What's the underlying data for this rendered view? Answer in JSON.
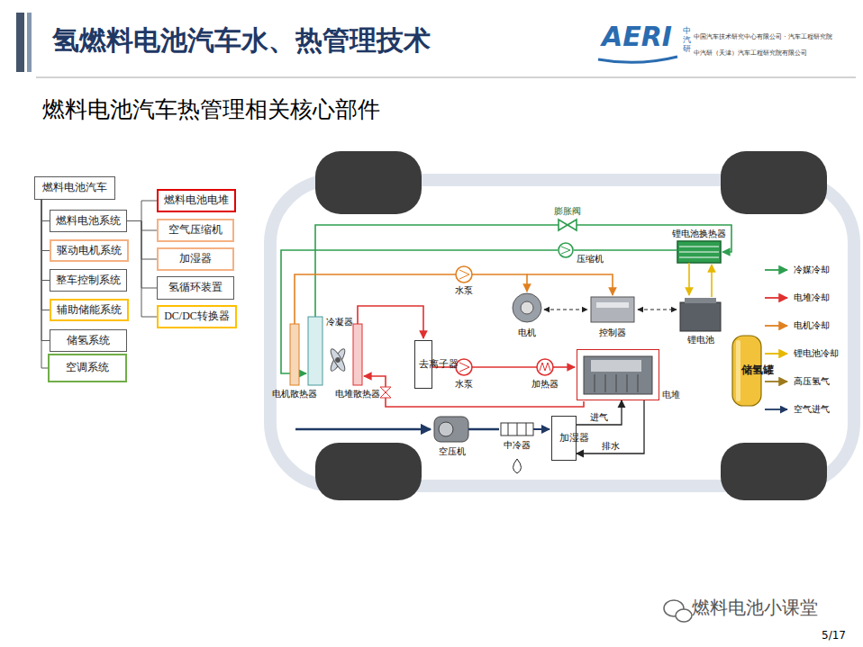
{
  "diagram": {
    "title": "氢燃料电池汽车水、热管理技术",
    "nodes": [
      {
        "text": [
          "燃料电池汽车"
        ]
      },
      {
        "text": [
          "燃料电池系统"
        ]
      },
      {
        "text": [
          "驱动电机系统"
        ]
      },
      {
        "text": [
          "整车控制系统"
        ]
      },
      {
        "text": [
          "辅助储能系统"
        ]
      },
      {
        "text": [
          "储氢系统"
        ]
      },
      {
        "text": [
          "空调系统"
        ]
      },
      {
        "text": [
          "燃料电池电堆"
        ]
      },
      {
        "text": [
          "空气压缩机"
        ]
      },
      {
        "text": [
          "加湿器"
        ]
      },
      {
        "text": [
          "氢循环装置"
        ]
      },
      {
        "text": [
          "DC/DC转换器"
        ]
      },
      {
        "text": [
          "去离子器"
        ]
      },
      {
        "text": [
          "电堆"
        ]
      },
      {
        "text": [
          "储氢罐"
        ]
      },
      {
        "text": [
          "加湿器"
        ]
      }
    ],
    "edges": [
      {
        "from": 0,
        "to": 1,
        "arrow": "none"
      },
      {
        "from": 0,
        "to": 2,
        "arrow": "none"
      },
      {
        "from": 0,
        "to": 3,
        "arrow": "none"
      },
      {
        "from": 0,
        "to": 4,
        "arrow": "none"
      },
      {
        "from": 0,
        "to": 5,
        "arrow": "none"
      },
      {
        "from": 0,
        "to": 6,
        "arrow": "none"
      },
      {
        "from": 1,
        "to": 7,
        "arrow": "none"
      },
      {
        "from": 1,
        "to": 8,
        "arrow": "none"
      },
      {
        "from": 1,
        "to": 9,
        "arrow": "none"
      },
      {
        "from": 1,
        "to": 10,
        "arrow": "none"
      },
      {
        "from": 1,
        "to": 11,
        "arrow": "none"
      },
      {
        "from": 15,
        "to": 13,
        "label": "进气",
        "arrow": "to"
      },
      {
        "from": 13,
        "to": 15,
        "label": "排水",
        "arrow": "to"
      }
    ],
    "labels": [
      "燃料电池汽车热管理相关核心部件",
      "AERI",
      "中汽研",
      "中国汽车技术研究中心有限公司 · 汽车工程研究院",
      "中汽研（天津）汽车工程研究院有限公司",
      "膨胀阀",
      "锂电池换热器",
      "压缩机",
      "水泵",
      "电机",
      "控制器",
      "锂电池",
      "冷凝器",
      "水泵",
      "加热器",
      "电机散热器",
      "电堆散热器",
      "空压机",
      "中冷器",
      "燃料电池小课堂",
      "5/17"
    ],
    "legend": [
      {
        "text": "冷媒冷却"
      },
      {
        "text": "电堆冷却"
      },
      {
        "text": "电机冷却"
      },
      {
        "text": "锂电池冷却"
      },
      {
        "text": "高压氢气"
      },
      {
        "text": "空气进气"
      }
    ]
  }
}
